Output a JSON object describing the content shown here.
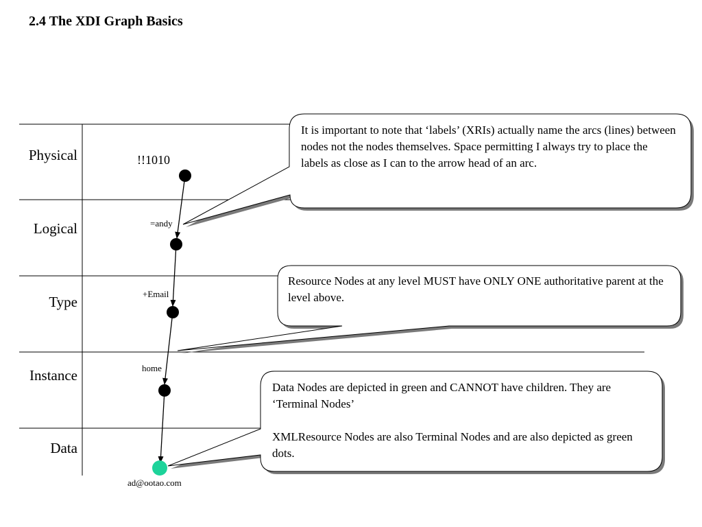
{
  "slide": {
    "title": "2.4 The XDI Graph Basics"
  },
  "levels": [
    "Physical",
    "Logical",
    "Type",
    "Instance",
    "Data"
  ],
  "nodes": [
    {
      "label": "!!1010",
      "color": "#000000"
    },
    {
      "label": "=andy",
      "color": "#000000"
    },
    {
      "label": "+Email",
      "color": "#000000"
    },
    {
      "label": "home",
      "color": "#000000"
    },
    {
      "label": "ad@ootao.com",
      "color": "#1dd39a"
    }
  ],
  "callouts": {
    "labels_note": "It is important to note that ‘labels’ (XRIs) actually name the arcs (lines) between nodes not the nodes themselves. Space permitting I always try to place the labels as close as I can to the arrow head of an arc.",
    "resource_note": "Resource Nodes at any level MUST have ONLY ONE authoritative parent at the level above.",
    "data_note_1": "Data Nodes are depicted in green and CANNOT have children. They are ‘Terminal Nodes’",
    "data_note_2": "XMLResource Nodes are also Terminal Nodes and are also depicted as green dots."
  }
}
